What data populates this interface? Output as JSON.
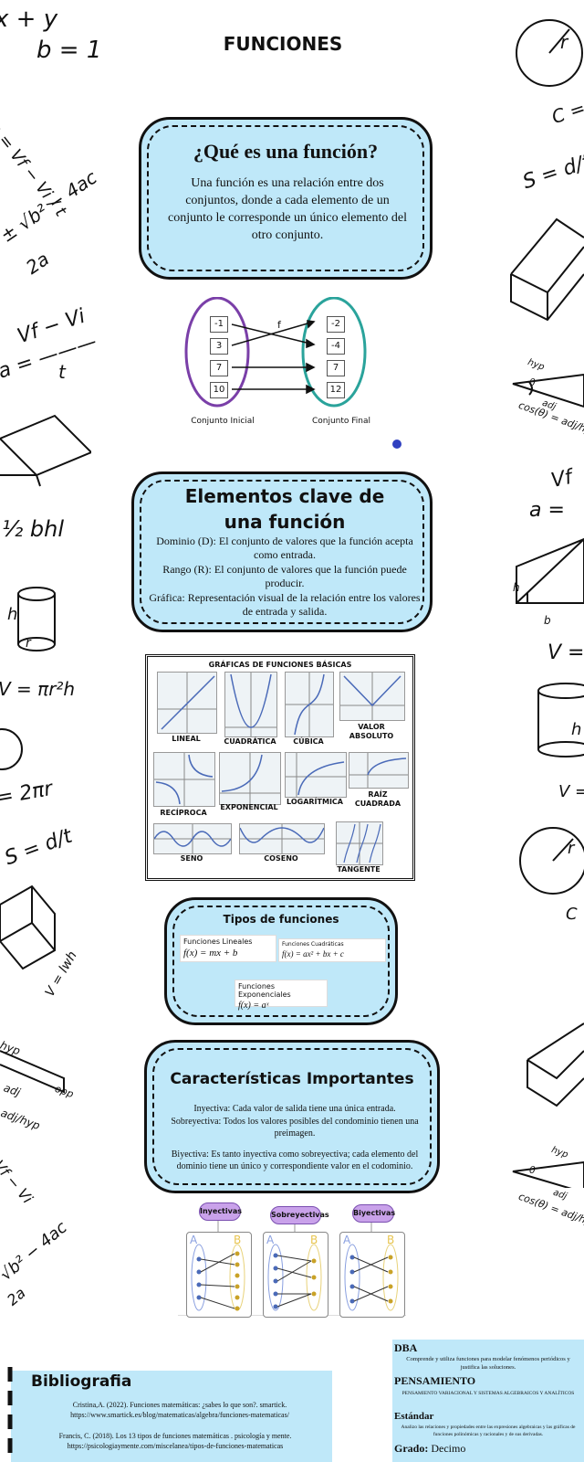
{
  "page": {
    "title": "FUNCIONES"
  },
  "que_es": {
    "heading": "¿Qué es una función?",
    "text": "Una función es una relación entre dos conjuntos, donde a cada elemento de un conjunto le corresponde un único elemento del otro conjunto."
  },
  "diagram": {
    "initial_values": [
      "-1",
      "3",
      "7",
      "10"
    ],
    "final_values": [
      "-2",
      "-4",
      "7",
      "12"
    ],
    "arrow_label": "f",
    "initial_label": "Conjunto Inicial",
    "final_label": "Conjunto Final"
  },
  "elementos": {
    "heading": "Elementos clave de una función",
    "lines": [
      "Dominio (D): El conjunto de valores que la función acepta como entrada.",
      "Rango (R): El conjunto de valores que la función puede producir.",
      "Gráfica: Representación visual de la relación entre los valores de entrada y salida."
    ]
  },
  "graficas": {
    "title": "GRÁFICAS DE FUNCIONES BÁSICAS",
    "labels": [
      "LINEAL",
      "CUADRÁTICA",
      "CÚBICA",
      "VALOR ABSOLUTO",
      "RECÍPROCA",
      "EXPONENCIAL",
      "LOGARÍTMICA",
      "RAÍZ CUADRADA",
      "SENO",
      "COSENO",
      "TANGENTE"
    ]
  },
  "tipos": {
    "heading": "Tipos de funciones",
    "items": [
      {
        "name": "Funciones Lineales",
        "formula": "f(x) = mx + b"
      },
      {
        "name": "Funciones Cuadráticas",
        "formula": "f(x) = ax² + bx + c"
      },
      {
        "name": "Funciones Exponenciales",
        "formula": "f(x) = aˣ"
      }
    ]
  },
  "caracteristicas": {
    "heading": "Características Importantes",
    "lines": [
      "Inyectiva: Cada valor de salida tiene una única entrada.",
      "Sobreyectiva: Todos los valores posibles del condominio tienen una preimagen.",
      "Biyectiva: Es tanto inyectiva como sobreyectiva; cada elemento del dominio tiene un único y correspondiente valor en el codominio."
    ]
  },
  "tipos_diagrama": {
    "labels": [
      "Inyectivas",
      "Sobreyectivas",
      "Biyectivas"
    ],
    "set_a": "A",
    "set_b": "B"
  },
  "bibliografia": {
    "heading": "Bibliografia",
    "refs": [
      "Cristina,A. (2022). Funciones matemáticas: ¿sabes lo que son?. smartick. https://www.smartick.es/blog/matematicas/algebra/funciones-matematicas/",
      "Francis, C. (2018). Los 13 tipos de funciones matemáticas . psicología y mente. https://psicologiaymente.com/miscelanea/tipos-de-funciones-matematicas"
    ]
  },
  "curriculo": {
    "dba_label": "DBA",
    "dba_text": "Comprende y utiliza funciones para modelar fenómenos periódicos y justifica las soluciones.",
    "pens_label": "PENSAMIENTO",
    "pens_text": "PENSAMIENTO VARIACIONAL Y SISTEMAS ALGEBRAICOS Y ANALÍTICOS",
    "std_label": "Estándar",
    "std_text": "Analizo las relaciones y propiedades entre las expresiones algebraicas y las gráficas de funciones polinómicas y racionales y de sus derivadas.",
    "grado_label": "Grado:",
    "grado_value": "Decimo"
  },
  "doodles": {
    "left": [
      "x + y",
      "b = 1",
      "a = Vf − Vi / t",
      "± √b² − 4ac",
      "2a",
      "Vf − Vi",
      "a = ———",
      "t",
      "½ bhl",
      "h",
      "r",
      "V = πr²h",
      "= 2πr",
      "S = d/t",
      "V = lwh",
      "hyp",
      "adj",
      "opp",
      "adj/hyp",
      "Vf − Vi",
      "√b² − 4ac",
      "2a"
    ],
    "right": [
      "r",
      "C = 2",
      "S = d/t",
      "hyp",
      "θ",
      "adj",
      "cos(θ) = adj/hyp",
      "Vf",
      "a =",
      "h",
      "b",
      "V =",
      "h",
      "V = π",
      "r",
      "C =",
      "hyp",
      "θ",
      "adj",
      "cos(θ) = adj/hyp"
    ]
  },
  "colors": {
    "card_bg": "#bfe8f9",
    "pill": "#c9a2ea",
    "ellipse_left": "#7a3fa8",
    "ellipse_right": "#2aa39b"
  }
}
